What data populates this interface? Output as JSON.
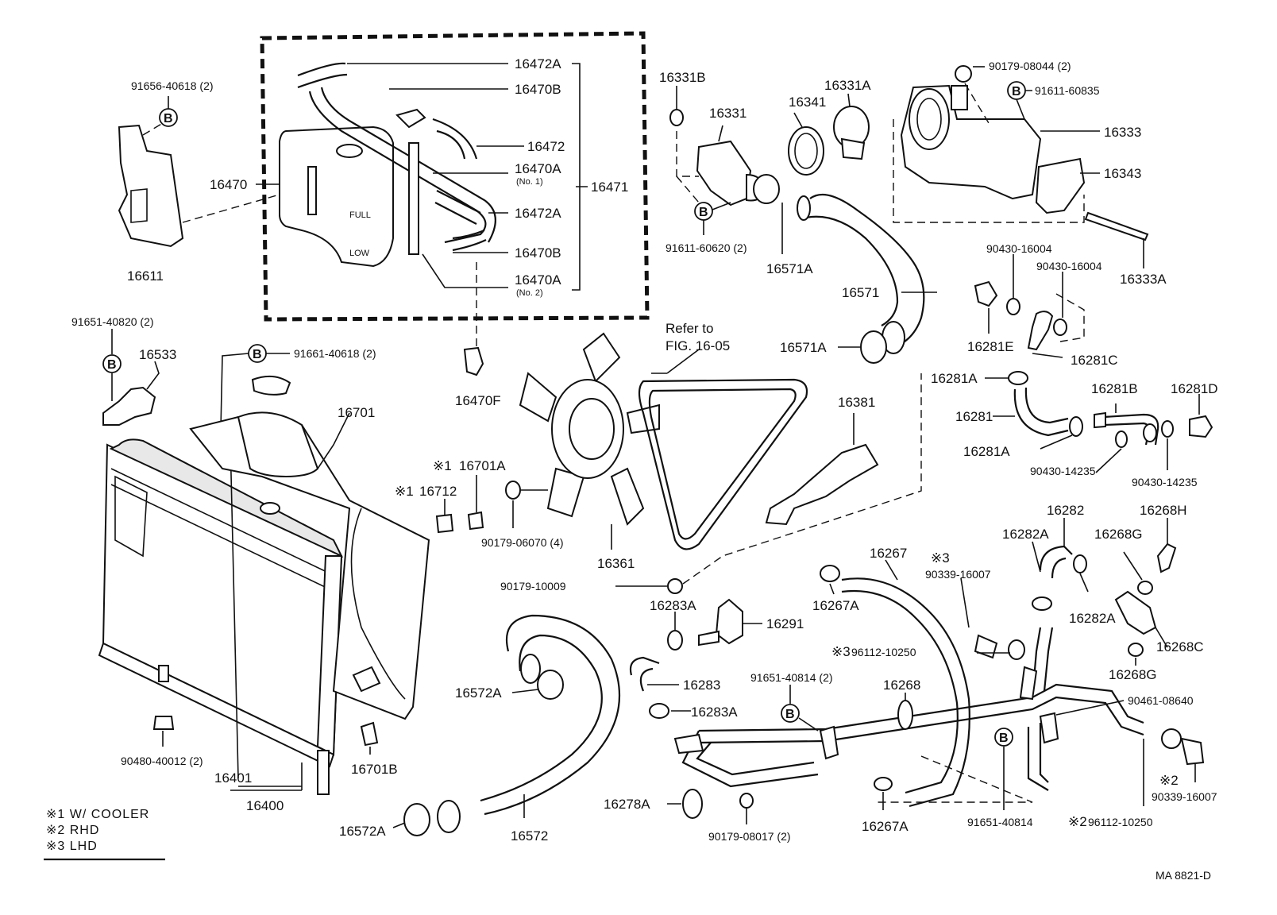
{
  "labels": {
    "l16472A_top": "16472A",
    "l16470B_top": "16470B",
    "l16472": "16472",
    "l16470A_no1": "16470A",
    "l16470A_no1_sub": "(No. 1)",
    "l16471": "16471",
    "l16472A_mid": "16472A",
    "l16470B_bot": "16470B",
    "l16470A_no2": "16470A",
    "l16470A_no2_sub": "(No. 2)",
    "l16470": "16470",
    "l91656": "91656-40618 (2)",
    "l16611": "16611",
    "l91651_40820": "91651-40820 (2)",
    "l16533": "16533",
    "l91661": "91661-40618 (2)",
    "l16701": "16701",
    "l16470F": "16470F",
    "l16331B": "16331B",
    "l16331": "16331",
    "l16341": "16341",
    "l16331A": "16331A",
    "l90179_08044": "90179-08044 (2)",
    "l91611_60835": "91611-60835",
    "l16333": "16333",
    "l16343": "16343",
    "l91611_60620": "91611-60620 (2)",
    "l16571A_top": "16571A",
    "l16571": "16571",
    "l16571A_bot": "16571A",
    "l90430_16004_a": "90430-16004",
    "l90430_16004_b": "90430-16004",
    "l16333A": "16333A",
    "l16281E": "16281E",
    "l16281C": "16281C",
    "l16281A_top": "16281A",
    "l16281B": "16281B",
    "l16281D": "16281D",
    "l16281": "16281",
    "l16281A_bot": "16281A",
    "l90430_14235_a": "90430-14235",
    "l90430_14235_b": "90430-14235",
    "l16282": "16282",
    "l16268H": "16268H",
    "l16282A_top": "16282A",
    "l16268G_top": "16268G",
    "l16282A_bot": "16282A",
    "l16268C": "16268C",
    "l16268G_bot": "16268G",
    "refer_line1": "Refer to",
    "refer_line2": "FIG. 16-05",
    "l16381": "16381",
    "l16701A": "16701A",
    "l16712": "16712",
    "l90179_06070": "90179-06070 (4)",
    "l16361": "16361",
    "l90179_10009": "90179-10009",
    "l16267": "16267",
    "l90339_16007_lhd": "90339-16007",
    "l16267A_top": "16267A",
    "l16283A_top": "16283A",
    "l16291": "16291",
    "l96112_10250_lhd": "96112-10250",
    "l16283": "16283",
    "l16283A_bot": "16283A",
    "l91651_40814_2": "91651-40814 (2)",
    "l16268": "16268",
    "l90461_08640": "90461-08640",
    "l16572A_top": "16572A",
    "l90480_40012": "90480-40012 (2)",
    "l16701B": "16701B",
    "l16401": "16401",
    "l16400": "16400",
    "l16572A_bot": "16572A",
    "l16572": "16572",
    "l16278A": "16278A",
    "l90179_08017": "90179-08017 (2)",
    "l16267A_bot": "16267A",
    "l91651_40814": "91651-40814",
    "l96112_10250_rhd": "96112-10250",
    "l90339_16007_rhd": "90339-16007",
    "b_symbol": "B",
    "mark1": "※1",
    "mark2": "※2",
    "mark3": "※3"
  },
  "legend": {
    "item1": "※1 W/ COOLER",
    "item2": "※2 RHD",
    "item3": "※3 LHD"
  },
  "tank_text": {
    "full": "FULL",
    "low": "LOW"
  },
  "diagram_code": "MA  8821-D"
}
